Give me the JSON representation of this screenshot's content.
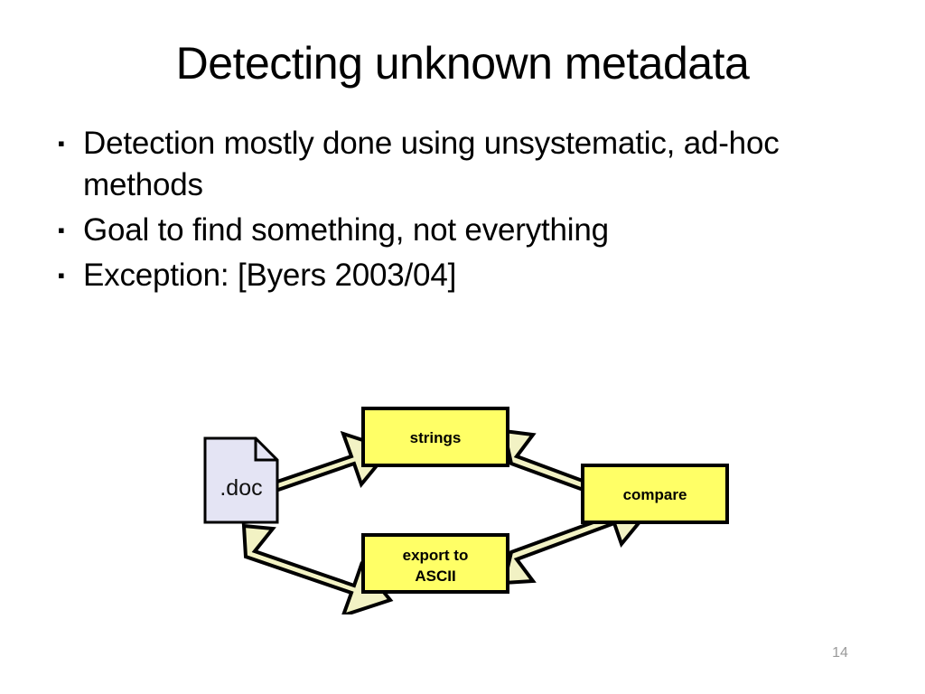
{
  "slide": {
    "title": "Detecting unknown metadata",
    "page_number": "14",
    "background_color": "#FFFFFF"
  },
  "bullets": {
    "marker": "▪",
    "items": [
      {
        "text": "Detection mostly done using unsystematic, ad-hoc methods"
      },
      {
        "text": "Goal to find something, not everything"
      },
      {
        "text": "Exception: [Byers 2003/04]"
      }
    ]
  },
  "diagram": {
    "type": "flowchart",
    "colors": {
      "box_fill": "#FFFF66",
      "box_stroke": "#000000",
      "doc_fill": "#E4E4F4",
      "doc_stroke": "#000000",
      "arrow_fill": "#F2F2C4",
      "arrow_stroke": "#000000"
    },
    "nodes": [
      {
        "id": "doc",
        "label": ".doc",
        "shape": "document"
      },
      {
        "id": "strings",
        "label": "strings",
        "shape": "rect"
      },
      {
        "id": "export",
        "label_line1": "export to",
        "label_line2": "ASCII",
        "shape": "rect"
      },
      {
        "id": "compare",
        "label": "compare",
        "shape": "rect"
      }
    ],
    "edges": [
      {
        "from": "doc",
        "to": "strings"
      },
      {
        "from": "doc",
        "to": "export"
      },
      {
        "from": "strings",
        "to": "compare"
      },
      {
        "from": "export",
        "to": "compare"
      }
    ]
  }
}
